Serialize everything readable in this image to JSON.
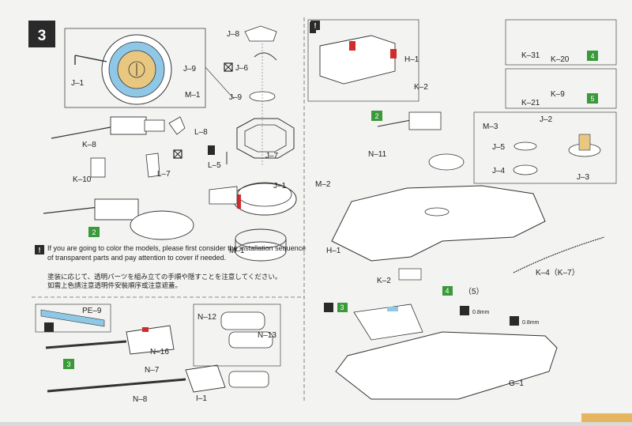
{
  "step": {
    "number": "3"
  },
  "colors": {
    "marker": "#3a9a3a",
    "warning": "#2a2a2a",
    "accent_red": "#d22b2b",
    "body_tab": "#e6b560",
    "scope_ring": "#8fc7e6",
    "scope_lens": "#e8c780"
  },
  "note": {
    "en": "If you are going to color the models, please first consider the installation sequence of transparent parts and pay attention to cover if needed.",
    "ja": "塗装に応じて、透明パーツを組み立ての手順や隠すことを注意してください。",
    "zh": "如需上色請注意透明件安裝順序或注意遮蓋。"
  },
  "labels": {
    "j8": "J–8",
    "j9_top": "J–9",
    "j1_top": "J–1",
    "m1_top": "M–1",
    "j6": "J–6",
    "j9_mid": "J–9",
    "l8": "L–8",
    "k8": "K–8",
    "j7": "J–7",
    "l5": "L–5",
    "k10": "K–10",
    "l7": "L–7",
    "j1_mid": "J–1",
    "m1_bot": "M–1",
    "pe9": "PE–9",
    "n12": "N–12",
    "n13": "N–13",
    "n16": "N–16",
    "n7": "N–7",
    "n8": "N–8",
    "i1": "I–1",
    "h1_top": "H–1",
    "k2_top": "K–2",
    "k31": "K–31",
    "k20": "K–20",
    "k21": "K–21",
    "k9": "K–9",
    "n11": "N–11",
    "m3": "M–3",
    "j2": "J–2",
    "j5": "J–5",
    "j4": "J–4",
    "j3": "J–3",
    "m2": "M–2",
    "h1_bot": "H–1",
    "k2_bot": "K–2",
    "k4k7": "K–4（K–7）",
    "g1": "G–1",
    "paren_5": "（5）",
    "mm08_a": "0.8mm",
    "mm08_b": "0.8mm"
  },
  "markers": {
    "m2_left": "2",
    "m3_left": "3",
    "m2_right": "2",
    "m4_top": "4",
    "m5_top": "5",
    "m4_mid": "4",
    "m3_right": "3"
  }
}
